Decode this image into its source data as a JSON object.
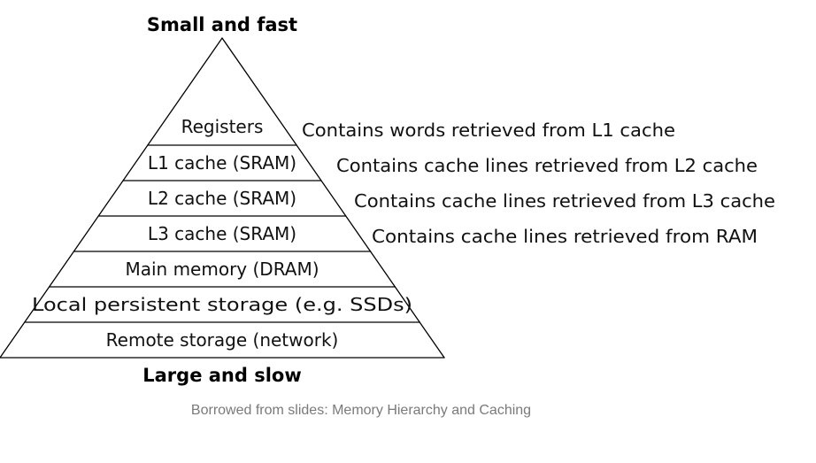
{
  "diagram": {
    "top_label": "Small and fast",
    "bottom_label": "Large and slow",
    "tiers": [
      {
        "label": "Registers",
        "note": "Contains words retrieved from L1 cache"
      },
      {
        "label": "L1 cache (SRAM)",
        "note": "Contains cache lines retrieved from L2 cache"
      },
      {
        "label": "L2 cache (SRAM)",
        "note": "Contains cache lines retrieved from L3 cache"
      },
      {
        "label": "L3 cache (SRAM)",
        "note": "Contains cache lines retrieved from RAM"
      },
      {
        "label": "Main memory (DRAM)",
        "note": ""
      },
      {
        "label": "Local persistent storage (e.g. SSDs)",
        "note": ""
      },
      {
        "label": "Remote storage (network)",
        "note": ""
      }
    ]
  },
  "caption": "Borrowed from slides: Memory Hierarchy and Caching"
}
